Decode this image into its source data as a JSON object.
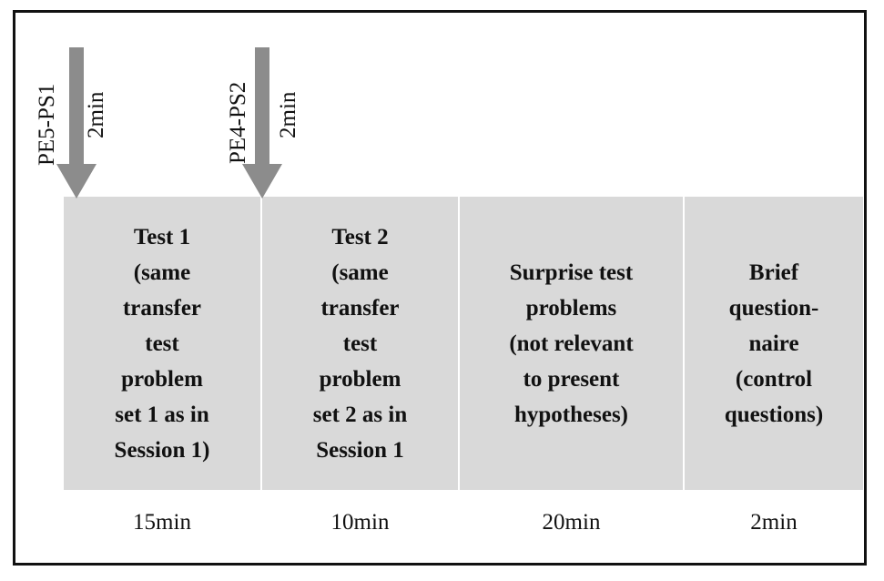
{
  "timeline": {
    "phases": [
      {
        "text": "Test 1\n(same\ntransfer\ntest\nproblem\nset 1 as in\nSession 1)",
        "duration": "15min"
      },
      {
        "text": "Test 2\n(same\ntransfer\ntest\nproblem\nset 2 as in\nSession 1",
        "duration": "10min"
      },
      {
        "text": "Surprise test\nproblems\n(not relevant\nto present\nhypotheses)",
        "duration": "20min"
      },
      {
        "text": "Brief\nquestion-\nnaire\n(control\nquestions)",
        "duration": "2min"
      }
    ],
    "markers": [
      {
        "label": "PE5-PS1",
        "time": "2min"
      },
      {
        "label": "PE4-PS2",
        "time": "2min"
      }
    ],
    "colors": {
      "block_fill": "#d9d9d9",
      "arrow_fill": "#8c8c8c",
      "border": "#111111"
    }
  }
}
